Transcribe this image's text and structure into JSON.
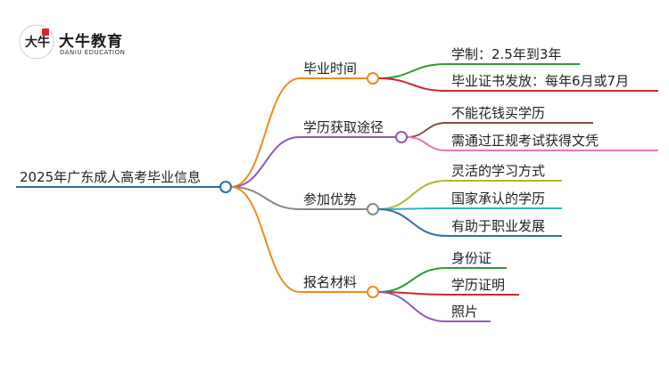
{
  "logo": {
    "name": "大牛教育",
    "sub": "DANIU EDUCATION",
    "mark_text": "大牛"
  },
  "mindmap": {
    "root": {
      "label": "2025年广东成人高考毕业信息",
      "color": "#2a6fa8"
    },
    "branches": [
      {
        "label": "毕业时间",
        "color": "#f08a1c",
        "children": [
          {
            "label": "学制：2.5年到3年",
            "color": "#2f9a36"
          },
          {
            "label": "毕业证书发放：每年6月或7月",
            "color": "#c8282d"
          }
        ]
      },
      {
        "label": "学历获取途径",
        "color": "#8e5bb5",
        "children": [
          {
            "label": "不能花钱买学历",
            "color": "#8b4a3e"
          },
          {
            "label": "需通过正规考试获得文凭",
            "color": "#e07ab8"
          }
        ]
      },
      {
        "label": "参加优势",
        "color": "#888888",
        "children": [
          {
            "label": "灵活的学习方式",
            "color": "#b5b52a"
          },
          {
            "label": "国家承认的学历",
            "color": "#2cb7c9"
          },
          {
            "label": "有助于职业发展",
            "color": "#2f6fb0"
          }
        ]
      },
      {
        "label": "报名材料",
        "color": "#f08a1c",
        "children": [
          {
            "label": "身份证",
            "color": "#2f9a36"
          },
          {
            "label": "学历证明",
            "color": "#c8282d"
          },
          {
            "label": "照片",
            "color": "#8e5bb5"
          }
        ]
      }
    ]
  }
}
